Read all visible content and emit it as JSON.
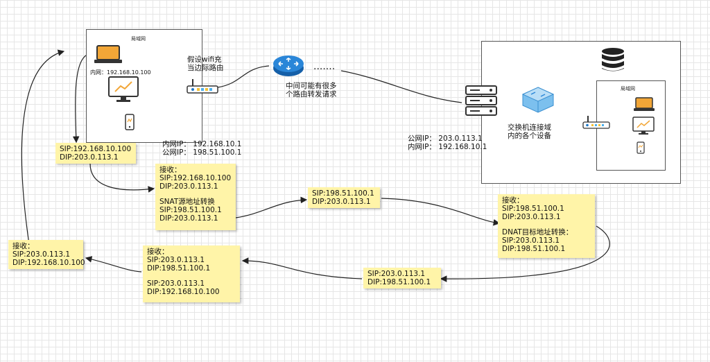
{
  "left_lan": {
    "title": "局域网",
    "laptop_ip_label": "内网：192.168.10.100",
    "router_label": [
      "假设wifi充",
      "当边际路由"
    ],
    "router_ips": [
      "内网IP：  192.168.10.1",
      "公网IP：  198.51.100.1"
    ]
  },
  "middle": {
    "router_label": [
      "中间可能有很多",
      "个路由转发请求"
    ],
    "dots": "......."
  },
  "right_site": {
    "server_ips": [
      "公网IP：  203.0.113.1",
      "内网IP：  192.168.10.1"
    ],
    "switch_label": [
      "交换机连接域",
      "内的各个设备"
    ],
    "inner_lan_title": "局域网"
  },
  "notes": {
    "n1": [
      "SIP:192.168.10.100",
      "DIP:203.0.113.1"
    ],
    "n2": [
      "接收：",
      "SIP:192.168.10.100",
      "DIP:203.0.113.1",
      "",
      "SNAT源地址转换",
      "SIP:198.51.100.1",
      "DIP:203.0.113.1"
    ],
    "n3": [
      "SIP:198.51.100.1",
      "DIP:203.0.113.1"
    ],
    "n4": [
      "接收：",
      "SIP:198.51.100.1",
      "DIP:203.0.113.1",
      "",
      "DNAT目标地址转换：",
      "SIP:203.0.113.1",
      "DIP:198.51.100.1"
    ],
    "n5": [
      "SIP:203.0.113.1",
      "DIP:198.51.100.1"
    ],
    "n6": [
      "接收：",
      "SIP:203.0.113.1",
      "DIP:198.51.100.1",
      "",
      "SIP:203.0.113.1",
      "DIP:192.168.10.100"
    ],
    "n7": [
      "接收：",
      "SIP:203.0.113.1",
      "DIP:192.168.10.100"
    ]
  },
  "colors": {
    "note_bg": "#fff4a8",
    "device_orange": "#f0a030",
    "device_blue": "#1e78c8",
    "icon_dark": "#333333"
  },
  "icons": [
    "laptop-icon",
    "monitor-icon",
    "phone-icon",
    "wifi-router-icon",
    "core-router-icon",
    "server-icon",
    "switch-icon",
    "database-icon"
  ]
}
